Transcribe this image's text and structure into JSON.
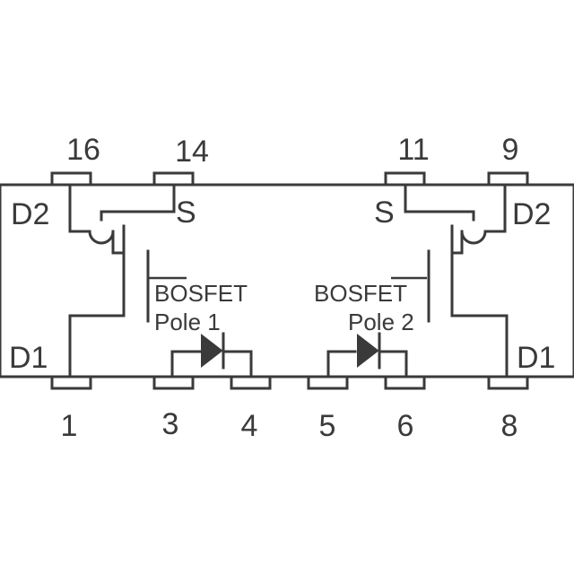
{
  "pins": {
    "top": [
      "16",
      "14",
      "11",
      "9"
    ],
    "bottom": [
      "1",
      "3",
      "4",
      "5",
      "6",
      "8"
    ]
  },
  "labels": {
    "left_d2": "D2",
    "left_s": "S",
    "right_s": "S",
    "right_d2": "D2",
    "left_d1": "D1",
    "right_d1": "D1"
  },
  "poles": [
    {
      "title": "BOSFET",
      "subtitle": "Pole 1"
    },
    {
      "title": "BOSFET",
      "subtitle": "Pole 2"
    }
  ],
  "colors": {
    "stroke": "#3a3a3a",
    "background": "#ffffff"
  }
}
